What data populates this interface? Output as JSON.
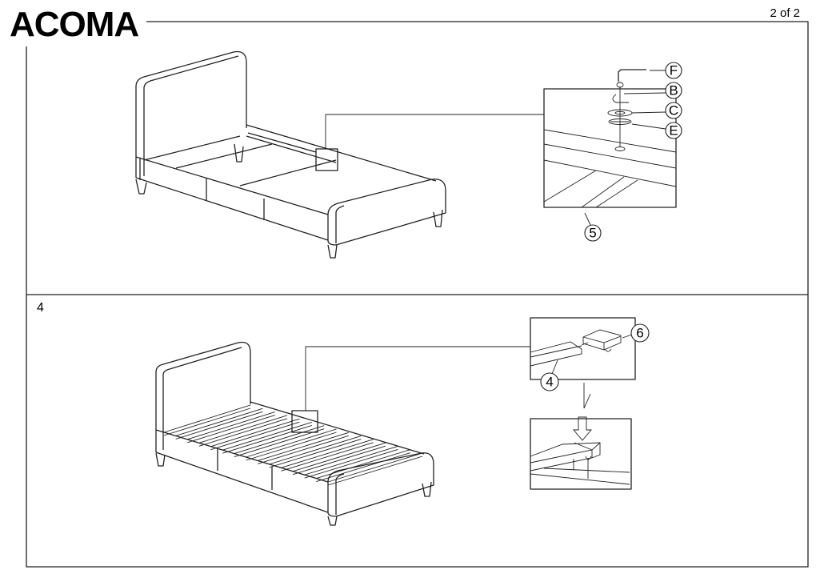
{
  "document": {
    "brand_title": "ACOMA",
    "page_indicator": "2 of 2",
    "step_number": "4"
  },
  "step_top": {
    "detail_labels": {
      "hex_key": "F",
      "bolt": "B",
      "washer_c": "C",
      "washer_e": "E",
      "rail": "5"
    }
  },
  "step_bottom": {
    "detail_labels": {
      "slat": "4",
      "slat_holder": "6"
    }
  }
}
